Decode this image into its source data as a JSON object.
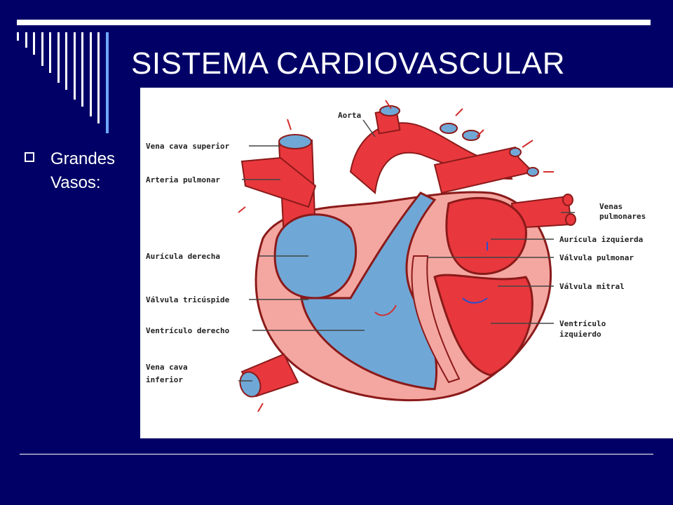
{
  "slide": {
    "title": "SISTEMA CARDIOVASCULAR",
    "bullet_line1": "Grandes",
    "bullet_line2": "Vasos:"
  },
  "colors": {
    "background": "#000066",
    "blood_oxygenated": "#e8383d",
    "blood_deoxygenated": "#6fa8d6",
    "wall": "#f4a7a0"
  },
  "diagram": {
    "labels": {
      "aorta": "Aorta",
      "vena_cava_superior": "Vena cava superior",
      "arteria_pulmonar": "Arteria pulmonar",
      "auricula_derecha": "Aurícula derecha",
      "valvula_tricuspide": "Válvula tricúspide",
      "ventriculo_derecho": "Ventrículo derecho",
      "vena_cava_inferior_1": "Vena cava",
      "vena_cava_inferior_2": "inferior",
      "venas_pulmonares_1": "Venas",
      "venas_pulmonares_2": "pulmonares",
      "auricula_izquierda": "Aurícula izquierda",
      "valvula_pulmonar": "Válvula pulmonar",
      "valvula_mitral": "Válvula mitral",
      "ventriculo_izquierdo_1": "Ventrículo",
      "ventriculo_izquierdo_2": "izquierdo"
    }
  }
}
